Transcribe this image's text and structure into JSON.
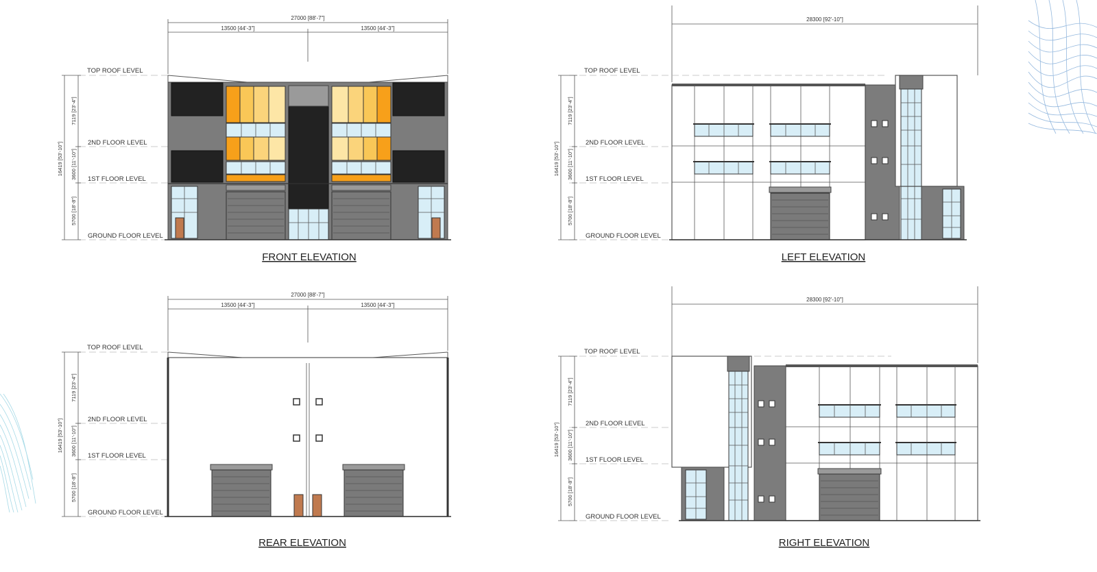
{
  "elevations": {
    "front": {
      "title": "FRONT ELEVATION",
      "overall_width": "27000 [88'-7\"]",
      "half_width_left": "13500 [44'-3\"]",
      "half_width_right": "13500 [44'-3\"]",
      "total_height": "16419 [53'-10\"]",
      "upper_height": "7119 [23'-4\"]",
      "first_height": "3600 [11'-10\"]",
      "ground_height": "5700 [18'-8\"]"
    },
    "left": {
      "title": "LEFT ELEVATION",
      "overall_width": "28300 [92'-10\"]",
      "total_height": "16419 [53'-10\"]",
      "upper_height": "7119 [23'-4\"]",
      "first_height": "3600 [11'-10\"]",
      "ground_height": "5700 [18'-8\"]"
    },
    "rear": {
      "title": "REAR ELEVATION",
      "overall_width": "27000 [88'-7\"]",
      "half_width_left": "13500 [44'-3\"]",
      "half_width_right": "13500 [44'-3\"]",
      "total_height": "16419 [53'-10\"]",
      "upper_height": "7119 [23'-4\"]",
      "first_height": "3600 [11'-10\"]",
      "ground_height": "5700 [18'-8\"]"
    },
    "right": {
      "title": "RIGHT ELEVATION",
      "overall_width": "28300 [92'-10\"]",
      "total_height": "16419 [53'-10\"]",
      "upper_height": "7119 [23'-4\"]",
      "first_height": "3600 [11'-10\"]",
      "ground_height": "5700 [18'-8\"]"
    }
  },
  "levels": {
    "top_roof": "TOP ROOF LEVEL",
    "second_floor": "2ND FLOOR LEVEL",
    "first_floor": "1ST FLOOR LEVEL",
    "ground_floor": "GROUND FLOOR LEVEL"
  },
  "colors": {
    "orange": "#f7a01a",
    "amber": "#f9c757",
    "pale_yellow": "#fde6a6",
    "glass": "#d8eef7",
    "grey": "#7c7c7c",
    "decor_blue": "#7aa7d6",
    "decor_teal": "#8fd0e0"
  }
}
